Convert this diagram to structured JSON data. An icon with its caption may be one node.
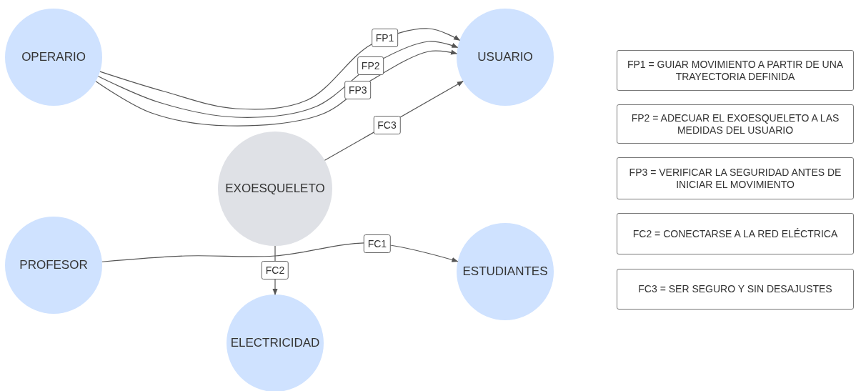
{
  "diagram": {
    "nodes": [
      {
        "text": [
          "OPERARIO"
        ]
      },
      {
        "text": [
          "USUARIO"
        ]
      },
      {
        "text": [
          "EXOESQUELETO"
        ]
      },
      {
        "text": [
          "PROFESOR"
        ]
      },
      {
        "text": [
          "ESTUDIANTES"
        ]
      },
      {
        "text": [
          "ELECTRICIDAD"
        ]
      },
      {
        "text": [
          "FP1 = GUIAR MOVIMIENTO A PARTIR DE UNA TRAYECTORIA DEFINIDA"
        ]
      },
      {
        "text": [
          "FP2 = ADECUAR EL EXOESQUELETO A LAS MEDIDAS DEL USUARIO"
        ]
      },
      {
        "text": [
          "FP3 = VERIFICAR LA SEGURIDAD ANTES DE INICIAR EL MOVIMIENTO"
        ]
      },
      {
        "text": [
          "FC2 = CONECTARSE A LA RED ELÉCTRICA"
        ]
      },
      {
        "text": [
          "FC3 = SER SEGURO Y SIN DESAJUSTES"
        ]
      }
    ],
    "edges": [
      {
        "from": 0,
        "to": 1,
        "arrow": "to",
        "label": "FP1"
      },
      {
        "from": 0,
        "to": 1,
        "arrow": "to",
        "label": "FP2"
      },
      {
        "from": 0,
        "to": 1,
        "arrow": "to",
        "label": "FP3"
      },
      {
        "from": 2,
        "to": 1,
        "arrow": "to",
        "label": "FC3"
      },
      {
        "from": 3,
        "to": 4,
        "arrow": "to",
        "label": "FC1"
      },
      {
        "from": 2,
        "to": 5,
        "arrow": "to",
        "label": "FC2"
      }
    ]
  }
}
